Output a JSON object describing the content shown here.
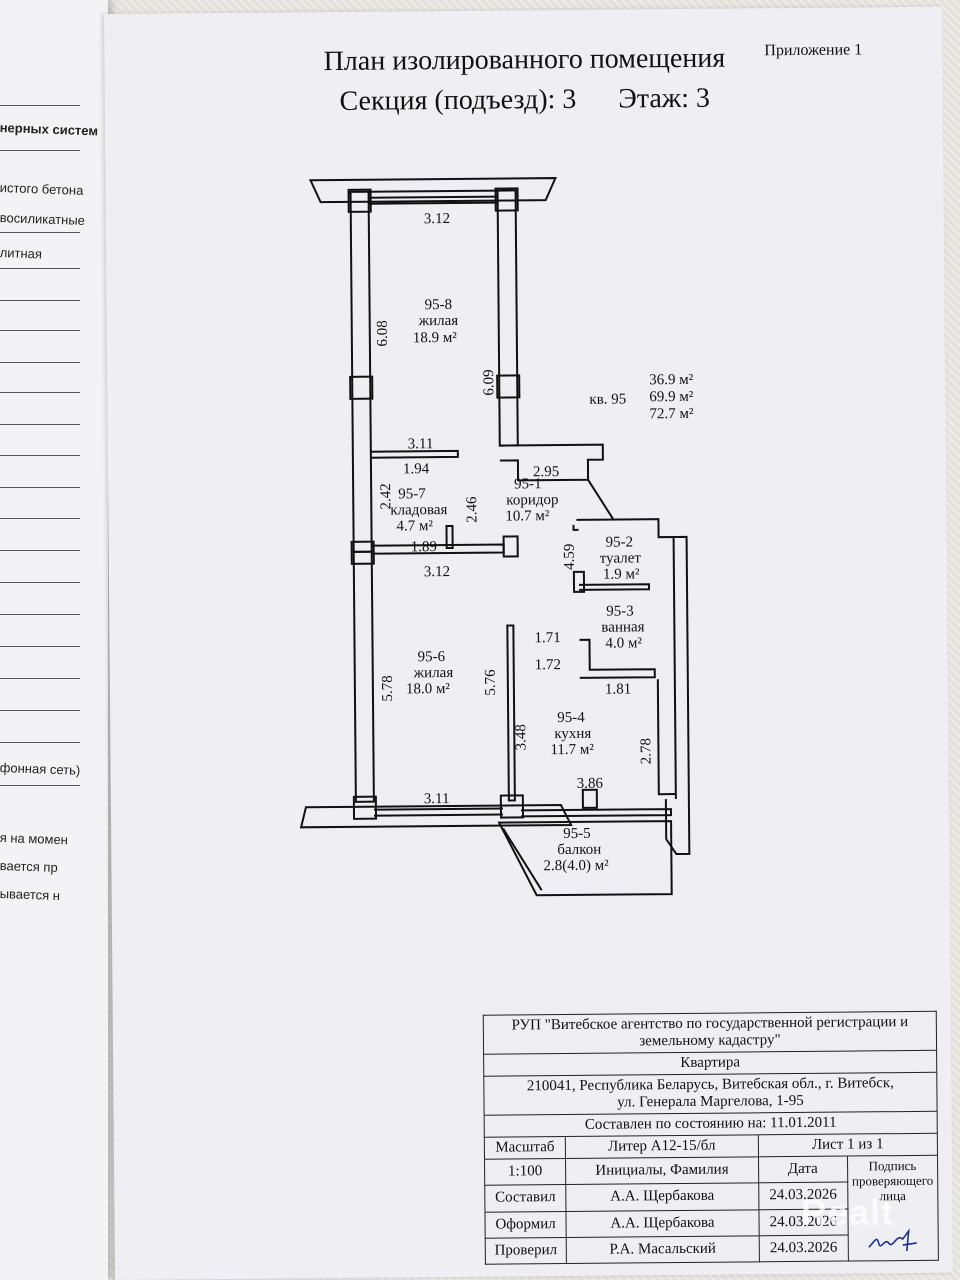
{
  "under_page": {
    "lines": [
      "нерных систем",
      "истого бетона",
      "восиликатные",
      "литная",
      "фонная сеть)",
      "я на момен",
      "вается  пр",
      "ывается  н"
    ]
  },
  "header": {
    "title": "План изолированного помещения",
    "subtitle": "Секция (подъезд): 3      Этаж: 3",
    "appendix": "Приложение 1"
  },
  "plan": {
    "dims": {
      "top_width": "3.12",
      "left_top": "6.08",
      "right_top": "6.09",
      "storage_top": "3.11",
      "storage_inner": "1.94",
      "storage_left": "2.42",
      "storage_right": "2.46",
      "corridor_top": "2.95",
      "storage_bottom": "1.89",
      "mid_width": "3.12",
      "toilet_left": "4.59",
      "bath_top": "1.71",
      "bath_bottom": "1.72",
      "kitchen_top": "1.81",
      "left_bottom": "5.78",
      "room6_right": "5.76",
      "kitchen_left": "3.48",
      "kitchen_right": "2.78",
      "kitchen_bottom": "3.86",
      "bottom_width": "3.11"
    },
    "rooms": {
      "r8": {
        "num": "95-8",
        "name": "жилая",
        "area": "18.9 м²"
      },
      "r7": {
        "num": "95-7",
        "name": "кладовая",
        "area": "4.7 м²"
      },
      "r1": {
        "num": "95-1",
        "name": "коридор",
        "area": "10.7 м²"
      },
      "r2": {
        "num": "95-2",
        "name": "туалет",
        "area": "1.9 м²"
      },
      "r3": {
        "num": "95-3",
        "name": "ванная",
        "area": "4.0 м²"
      },
      "r6": {
        "num": "95-6",
        "name": "жилая",
        "area": "18.0 м²"
      },
      "r4": {
        "num": "95-4",
        "name": "кухня",
        "area": "11.7 м²"
      },
      "r5": {
        "num": "95-5",
        "name": "балкон",
        "area": "2.8(4.0) м²"
      }
    },
    "apartment": {
      "label": "кв. 95",
      "area_living": "36.9 м²",
      "area_total": "69.9 м²",
      "area_full": "72.7 м²"
    }
  },
  "stamp": {
    "org_line1": "РУП \"Витебское агентство по государственной регистрации и",
    "org_line2": "земельному кадастру\"",
    "object_type": "Квартира",
    "address_line1": "210041, Республика Беларусь, Витебская обл., г. Витебск,",
    "address_line2": "ул. Генерала Маргелова, 1-95",
    "state_date": "Составлен по состоянию на: 11.01.2011",
    "scale_label": "Масштаб",
    "liter": "Литер  А12-15/бл",
    "sheet": "Лист  1  из 1",
    "scale_value": "1:100",
    "initials_header": "Инициалы, Фамилия",
    "date_header": "Дата",
    "signature_header": "Подпись проверяющего лица",
    "rows": [
      {
        "role": "Составил",
        "name": "А.А. Щербакова",
        "date": "24.03.2026"
      },
      {
        "role": "Оформил",
        "name": "А.А. Щербакова",
        "date": "24.03.2026"
      },
      {
        "role": "Проверил",
        "name": "Р.А. Масальский",
        "date": "24.03.2026"
      }
    ]
  },
  "watermark": "Realt"
}
